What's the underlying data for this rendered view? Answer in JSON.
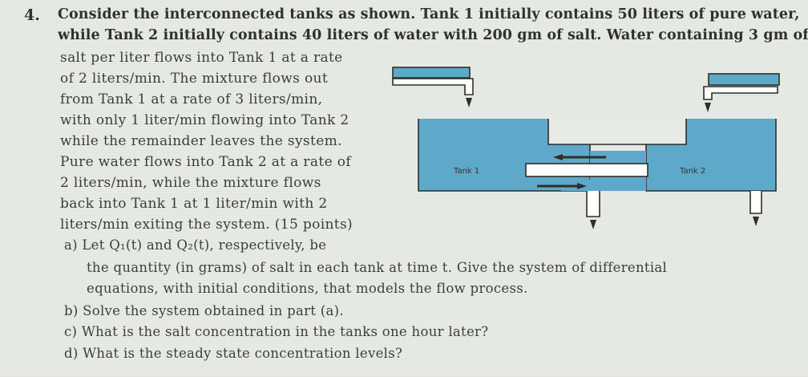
{
  "problem": {
    "number": "4.",
    "intro_lines": [
      "Consider the interconnected tanks as shown.  Tank 1 initially contains 50 liters of pure water,",
      "while Tank 2 initially contains 40 liters of water with 200 gm of salt.  Water containing 3 gm of"
    ],
    "body_lines": [
      "salt per liter flows into Tank 1 at a rate",
      "of 2 liters/min.  The mixture flows out",
      "from Tank 1 at a rate of 3 liters/min,",
      "with only 1 liter/min flowing into Tank 2",
      "while the remainder leaves the system.",
      "Pure water flows into Tank 2 at a rate of",
      "2 liters/min,  while the mixture flows",
      "back into Tank 1 at 1 liter/min with 2",
      "liters/min exiting the system.  (15 points)"
    ],
    "part_a_line1": "a)  Let Q₁(t) and Q₂(t), respectively, be",
    "part_a_line2": "the quantity (in grams) of salt in each tank at time t.  Give the system of differential",
    "part_a_line3": "equations, with initial conditions, that models the flow process.",
    "part_b": "b)  Solve the system obtained in part (a).",
    "part_c": "c)  What is the salt concentration in the tanks one hour later?",
    "part_d": "d)  What is the steady state concentration levels?"
  },
  "diagram": {
    "tank1_label": "Tank 1",
    "tank2_label": "Tank 2",
    "water_color": "#5ea9c9",
    "pipe_color": "#ffffff",
    "outline_color": "#2c2f2a"
  }
}
